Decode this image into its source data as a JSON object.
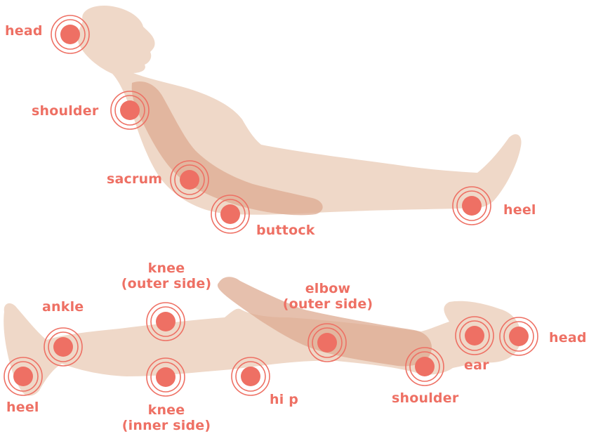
{
  "colors": {
    "accent": "#ee7064",
    "body": "#efd8c8",
    "body_shadow": "#deab92"
  },
  "labels": {
    "head_top": "head",
    "shoulder_top": "shoulder",
    "sacrum": "sacrum",
    "buttock": "buttock",
    "heel_top": "heel",
    "ankle": "ankle",
    "knee_outer_l1": "knee",
    "knee_outer_l2": "(outer side)",
    "elbow_l1": "elbow",
    "elbow_l2": "(outer side)",
    "head_bottom": "head",
    "ear": "ear",
    "heel_bottom": "heel",
    "knee_inner_l1": "knee",
    "knee_inner_l2": "(inner side)",
    "hip": "hi p",
    "shoulder_bottom": "shoulder"
  }
}
